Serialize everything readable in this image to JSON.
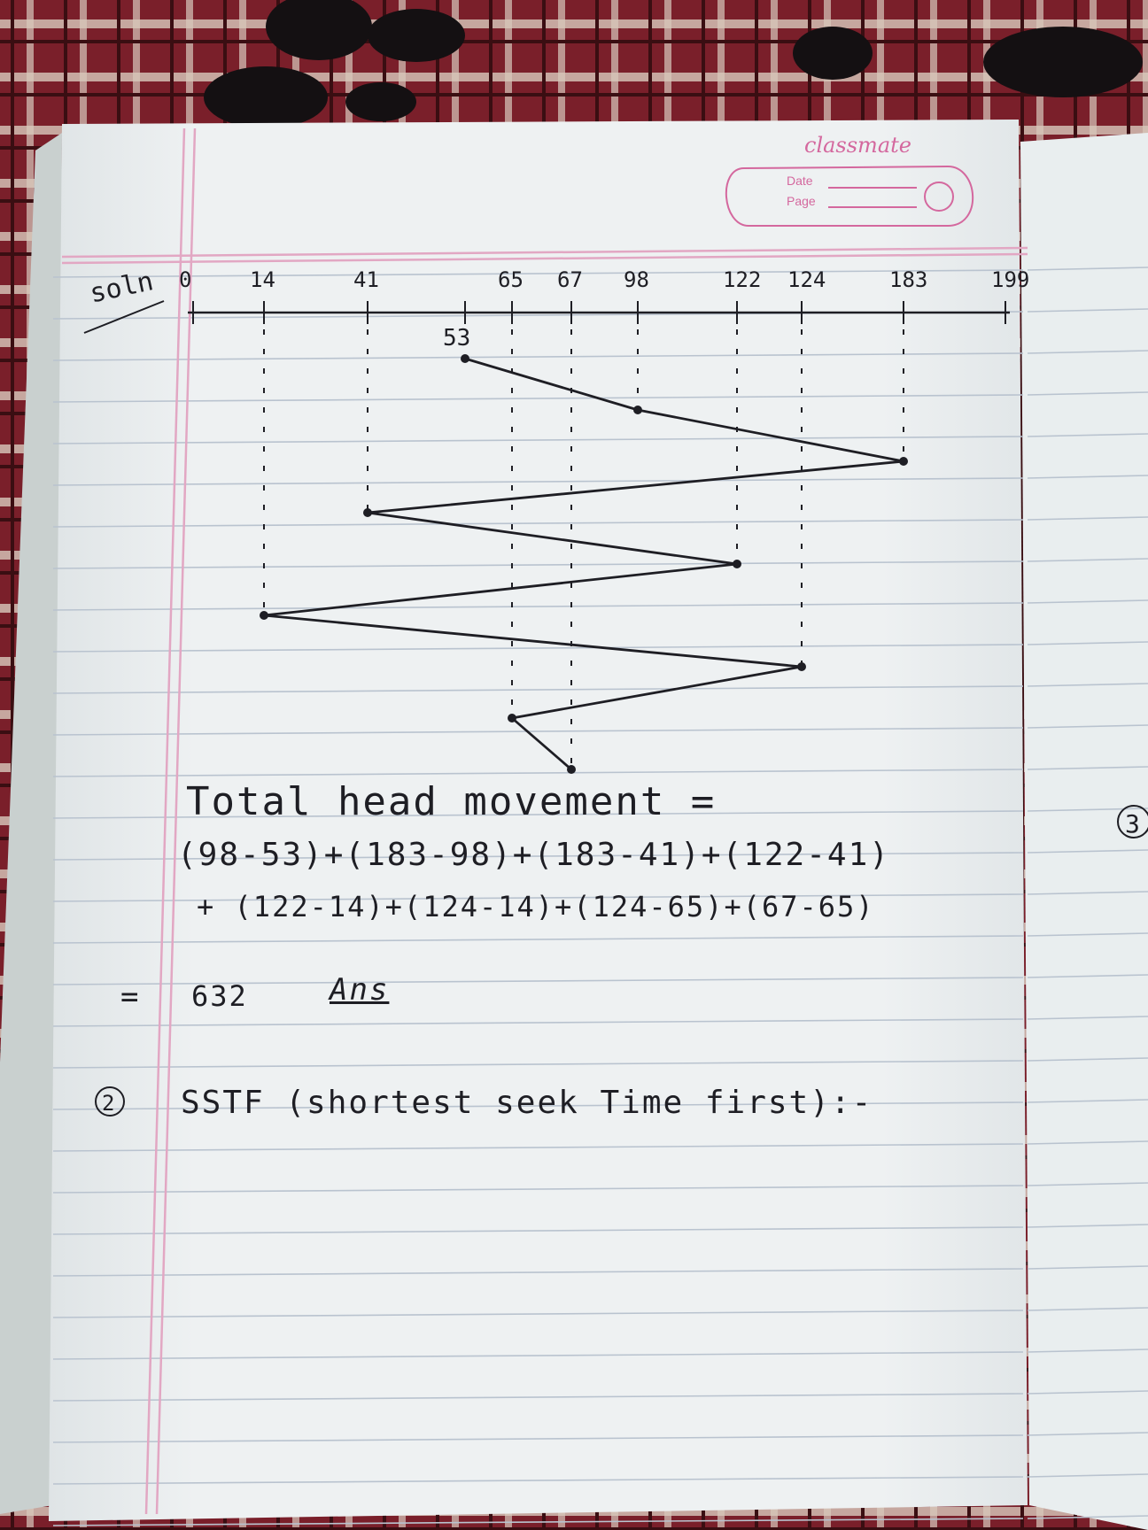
{
  "brand": {
    "name": "classmate",
    "date_label": "Date",
    "page_label": "Page"
  },
  "margin_label": "soln",
  "axis_ticks": [
    "0",
    "14",
    "41",
    "65",
    "67",
    "98",
    "122",
    "124",
    "183",
    "199"
  ],
  "start_label": "53",
  "head_sequence": [
    53,
    98,
    183,
    41,
    122,
    14,
    124,
    65,
    67
  ],
  "solution": {
    "title": "Total head movement =",
    "line1": "(98-53)+(183-98)+(183-41)+(122-41)",
    "line2": "+ (122-14)+(124-14)+(124-65)+(67-65)",
    "equals": "=",
    "result": "632",
    "ans": "Ans"
  },
  "next_section": {
    "number": "2",
    "heading": "SSTF (shortest seek Time first):-"
  },
  "side_page_number": "3",
  "colors": {
    "paper": "#eef1f2",
    "rule": "#b9c3cf",
    "margin_line": "#e2a7c3",
    "ink": "#1e1e24",
    "brand_pink": "#d4689e",
    "cloth_red": "#7a1f2a"
  }
}
